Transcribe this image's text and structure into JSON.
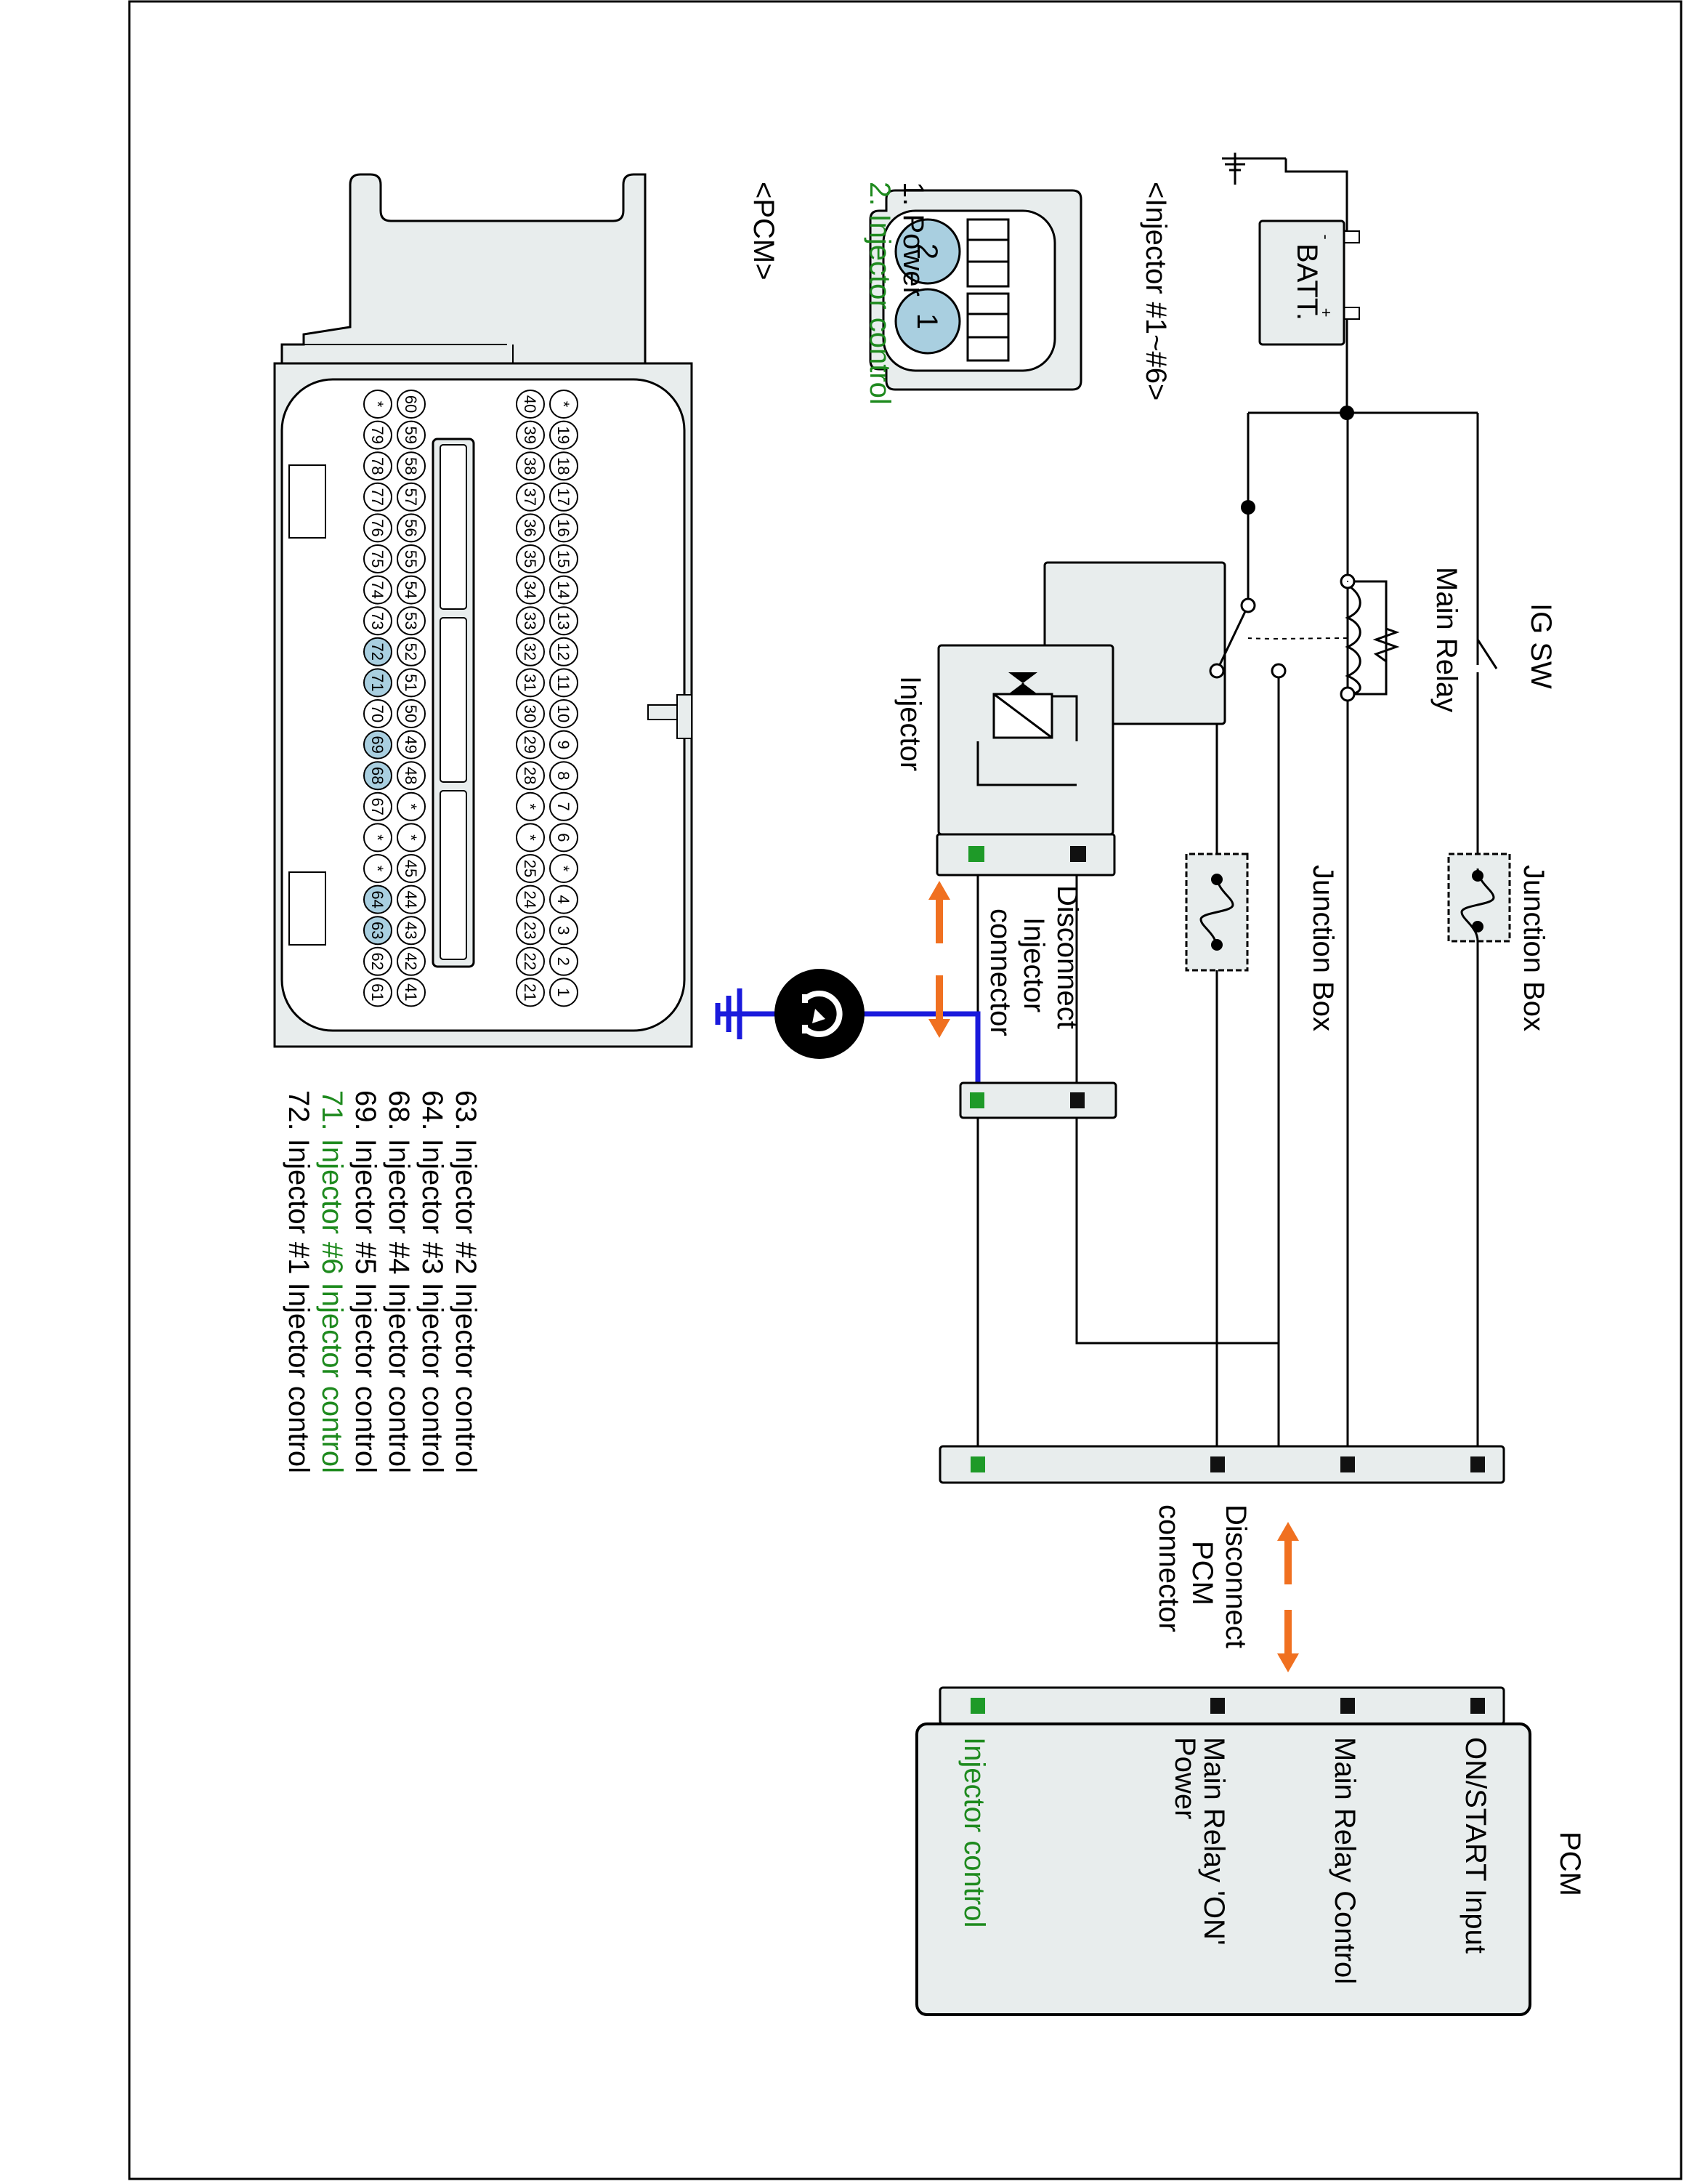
{
  "colors": {
    "wire": "#000000",
    "highlight_wire": "#1a1adc",
    "arrow": "#f07020",
    "green_text": "#1e8a1e",
    "fill_grey": "#e8eded",
    "pin_highlight": "#a9cfe0",
    "pin_black": "#111111",
    "pin_green": "#1e9a28"
  },
  "labels": {
    "batt": "BATT.",
    "batt_minus": "-",
    "batt_plus": "+",
    "ig_sw": "IG SW",
    "main_relay": "Main Relay",
    "junction_box_1": "Junction Box",
    "junction_box_2": "Junction Box",
    "injector": "Injector",
    "disconnect_injector": [
      "Disconnect",
      "Injector",
      "connector"
    ],
    "disconnect_pcm": [
      "Disconnect",
      "PCM",
      "connector"
    ],
    "pcm_title": "PCM",
    "pcm_inputs": [
      "ON/START Input",
      "Main Relay Control",
      "Main Relay 'ON'",
      "Power",
      "Injector control"
    ],
    "meter_icon": "meter-icon"
  },
  "injector_connector": {
    "title": "<Injector #1~#6>",
    "pin1": "1",
    "pin2": "2",
    "legend": [
      "1. Power",
      "2. Injector control"
    ]
  },
  "pcm_connector": {
    "title": "<PCM>",
    "row1": [
      "*",
      "19",
      "18",
      "17",
      "16",
      "15",
      "14",
      "13",
      "12",
      "11",
      "10",
      "9",
      "8",
      "7",
      "6",
      "*",
      "4",
      "3",
      "2",
      "1"
    ],
    "row2": [
      "40",
      "39",
      "38",
      "37",
      "36",
      "35",
      "34",
      "33",
      "32",
      "31",
      "30",
      "29",
      "28",
      "*",
      "*",
      "25",
      "24",
      "23",
      "22",
      "21"
    ],
    "row3": [
      "60",
      "59",
      "58",
      "57",
      "56",
      "55",
      "54",
      "53",
      "52",
      "51",
      "50",
      "49",
      "48",
      "*",
      "*",
      "45",
      "44",
      "43",
      "42",
      "41"
    ],
    "row4": [
      "*",
      "79",
      "78",
      "77",
      "76",
      "75",
      "74",
      "73",
      "72",
      "71",
      "70",
      "69",
      "68",
      "67",
      "*",
      "*",
      "64",
      "63",
      "62",
      "61"
    ],
    "highlighted": [
      "72",
      "71",
      "69",
      "68",
      "64",
      "63"
    ],
    "pin_list": [
      "63. Injector #2 Injector control",
      "64. Injector #3 Injector control",
      "68. Injector #4 Injector control",
      "69. Injector #5 Injector control",
      "71. Injector #6 Injector control",
      "72. Injector #1 Injector control"
    ],
    "pin_list_highlight_index": 4
  }
}
